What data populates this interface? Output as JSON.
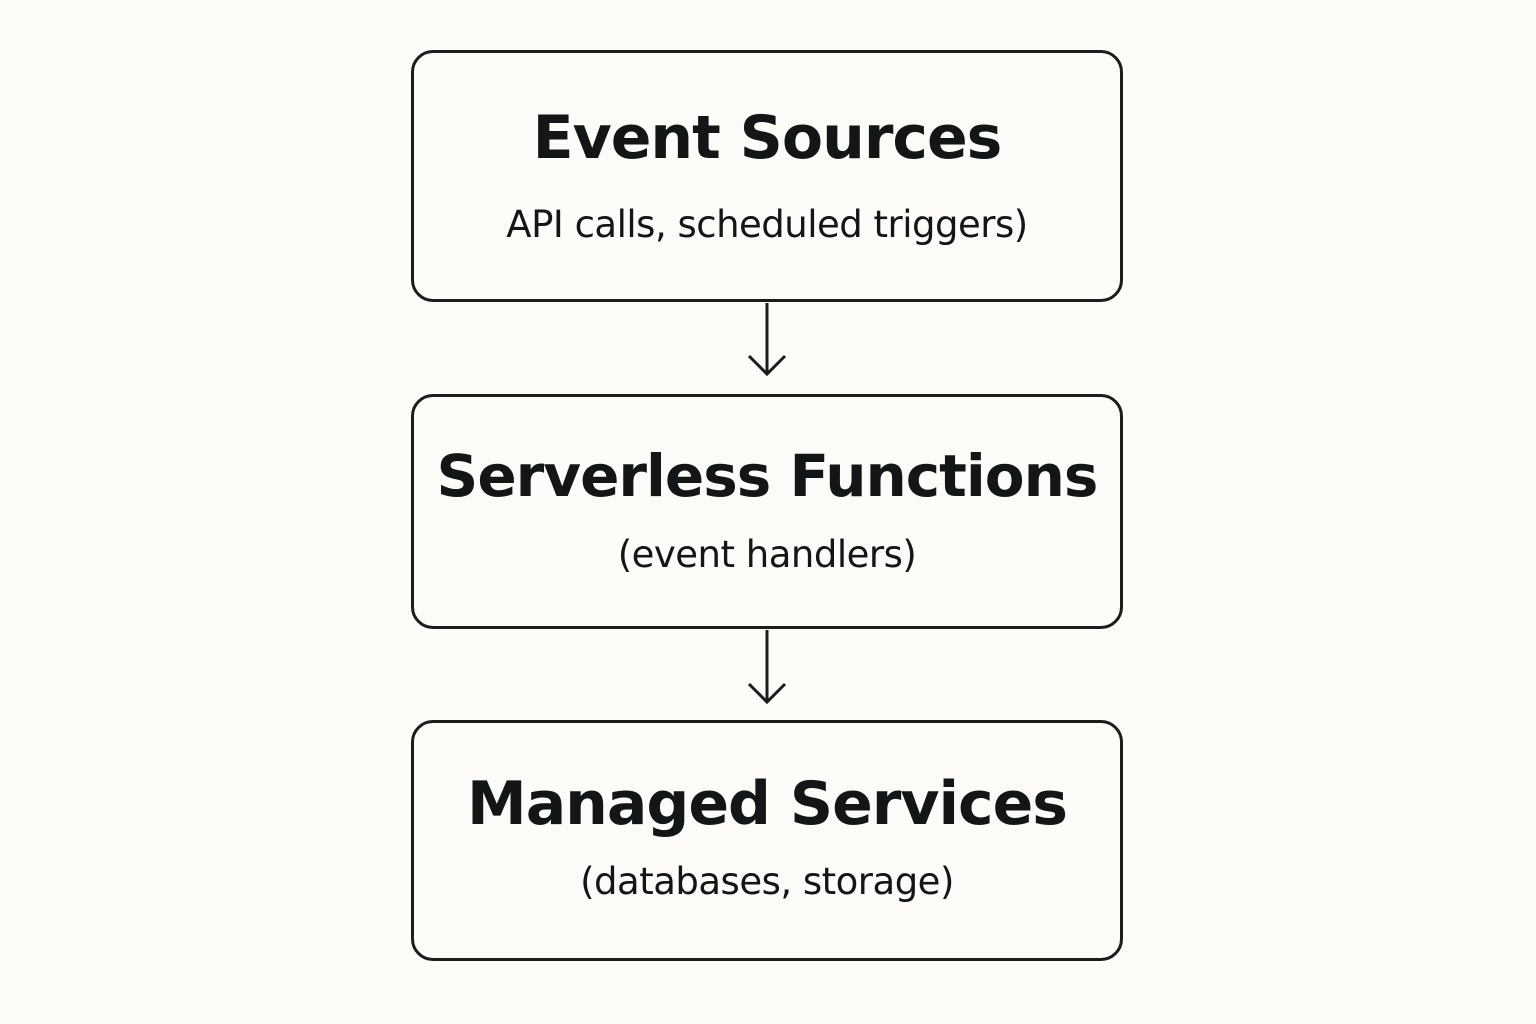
{
  "colors": {
    "background": "#fcfbf8",
    "stroke": "#1c1c1c",
    "text": "#121616"
  },
  "nodes": [
    {
      "title": "Event Sources",
      "subtitle": "API calls, scheduled triggers)"
    },
    {
      "title": "Serverless Functions",
      "subtitle": "(event handlers)"
    },
    {
      "title": "Managed Services",
      "subtitle": "(databases, storage)"
    }
  ],
  "edges": [
    {
      "from": "Event Sources",
      "to": "Serverless Functions"
    },
    {
      "from": "Serverless Functions",
      "to": "Managed Services"
    }
  ]
}
